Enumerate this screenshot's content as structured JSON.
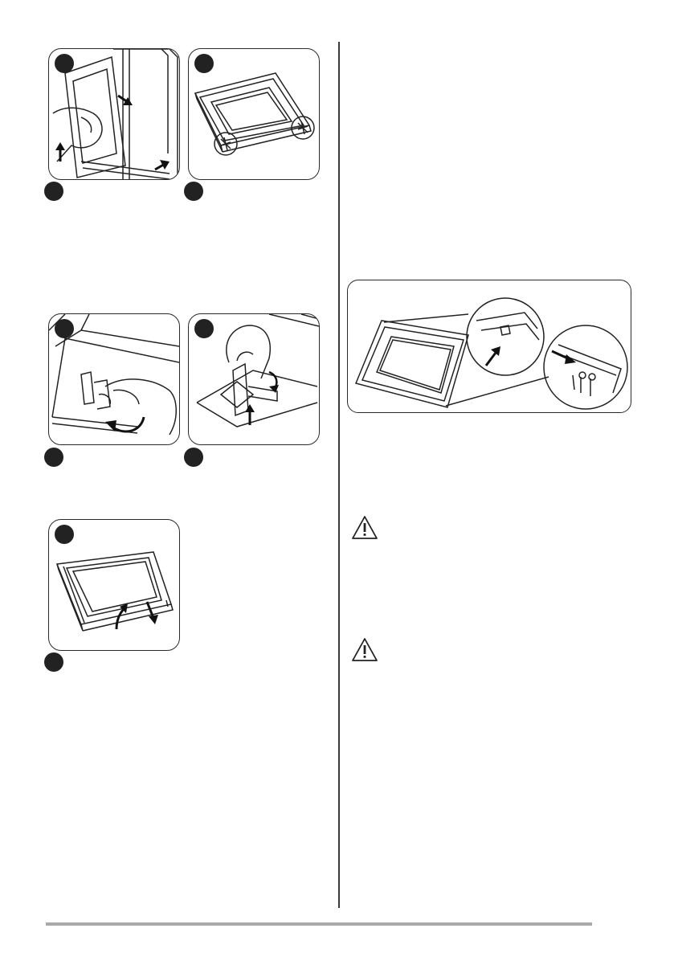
{
  "page": {
    "background": "#ffffff",
    "line_color": "#222222",
    "footer_bar_color": "#a9a9a9"
  },
  "figures": [
    {
      "id": "fig-1",
      "subject": "door-removal-lift",
      "icons": [
        "arrow-up-icon",
        "arrow-down-icon"
      ]
    },
    {
      "id": "fig-2",
      "subject": "door-frame-clips",
      "icons": [
        "clip-detail-icon"
      ]
    },
    {
      "id": "fig-3",
      "subject": "clip-release",
      "icons": [
        "rotate-arrow-icon"
      ]
    },
    {
      "id": "fig-4",
      "subject": "clip-lift",
      "icons": [
        "arrow-up-icon",
        "rotate-arrow-icon"
      ]
    },
    {
      "id": "fig-5",
      "subject": "glass-panel-lift",
      "icons": [
        "arrow-up-icon",
        "arrow-down-icon"
      ]
    },
    {
      "id": "fig-6",
      "subject": "glass-panel-insert",
      "icons": [
        "arrow-icon"
      ]
    }
  ],
  "warnings": [
    {
      "id": "warning-1",
      "icon": "warning-triangle-icon"
    },
    {
      "id": "warning-2",
      "icon": "warning-triangle-icon"
    }
  ]
}
